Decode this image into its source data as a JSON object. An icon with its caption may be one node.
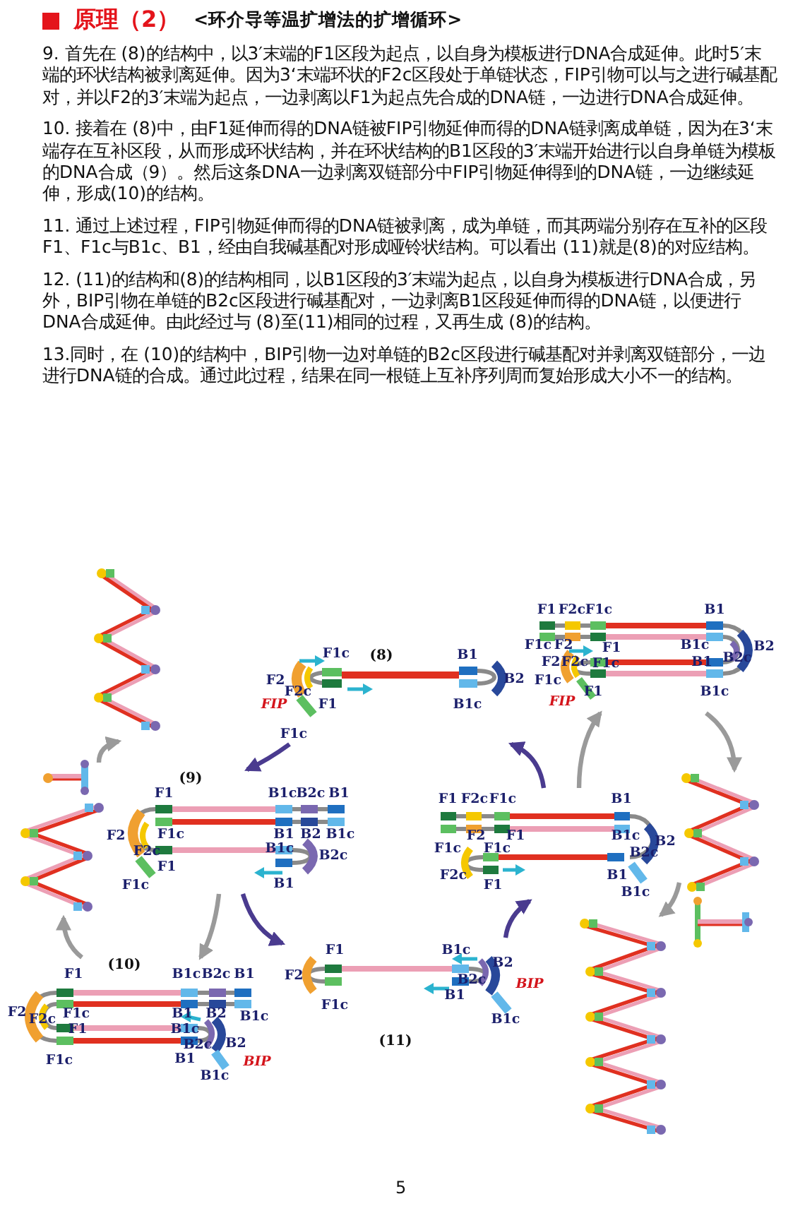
{
  "diagram": {
    "title": "原理（2）",
    "nodes": [
      {
        "text": [],
        "shape": "picture"
      },
      {
        "text": [
          "(8)",
          "F1c",
          "F2",
          "F2c",
          "FIP",
          "F1",
          "F1c",
          "B1",
          "B2",
          "B1c"
        ]
      },
      {
        "text": [
          "F1",
          "F2c",
          "F1c",
          "B1",
          "F1c",
          "F2",
          "F1",
          "B1c",
          "B2",
          "F2",
          "F2c",
          "F1c",
          "B2c",
          "B1",
          "F1c",
          "F1",
          "FIP",
          "B1c"
        ]
      },
      {
        "text": [],
        "shape": "picture"
      },
      {
        "text": [
          "(9)",
          "F1",
          "B1c",
          "B2c",
          "B1",
          "F2",
          "F1c",
          "B1",
          "B2",
          "B1c",
          "F2c",
          "B1c",
          "B2c",
          "F1c",
          "F1",
          "B1"
        ]
      },
      {
        "text": [
          "F1",
          "F2c",
          "F1c",
          "B1",
          "F2",
          "F1",
          "B1c",
          "B2",
          "F1c",
          "F1c",
          "B2c",
          "F2c",
          "B1",
          "F1",
          "B1c"
        ]
      },
      {
        "text": [],
        "shape": "picture"
      },
      {
        "text": [
          "(11)",
          "F1",
          "F2",
          "F1c",
          "B1c",
          "B2",
          "B2c",
          "BIP",
          "B1",
          "B1c"
        ]
      },
      {
        "text": [
          "(10)",
          "F1",
          "B1c",
          "B2c",
          "B1",
          "F2",
          "F1c",
          "B1",
          "B2",
          "B1c",
          "F2c",
          "F1",
          "B1c",
          "B2c",
          "B2",
          "B1",
          "BIP",
          "B1c",
          "F1c"
        ]
      },
      {
        "text": [],
        "shape": "picture"
      }
    ],
    "edges": [
      {
        "from": 1,
        "to": 4,
        "arrow": "to",
        "color": "#4a3b8f"
      },
      {
        "from": 4,
        "to": 7,
        "arrow": "to",
        "color": "#4a3b8f"
      },
      {
        "from": 7,
        "to": 5,
        "arrow": "to",
        "color": "#4a3b8f"
      },
      {
        "from": 5,
        "to": 1,
        "arrow": "to",
        "color": "#4a3b8f"
      },
      {
        "from": 4,
        "to": 8,
        "arrow": "to"
      },
      {
        "from": 8,
        "to": 3,
        "arrow": "to"
      },
      {
        "from": 3,
        "to": 0,
        "arrow": "to"
      },
      {
        "from": 5,
        "to": 2,
        "arrow": "to"
      },
      {
        "from": 2,
        "to": 6,
        "arrow": "to"
      },
      {
        "from": 6,
        "to": 9,
        "arrow": "to"
      }
    ],
    "labels": [
      "<环介导等温扩增法的扩增循环>",
      "9. 首先在 (8)的结构中，以3′末端的F1区段为起点，以自身为模板进行DNA合成延伸。此时5′末端的环状结构被剥离延伸。因为3‘末端环状的F2c区段处于单链状态，FIP引物可以与之进行碱基配对，并以F2的3′末端为起点，一边剥离以F1为起点先合成的DNA链，一边进行DNA合成延伸。",
      "10. 接着在 (8)中，由F1延伸而得的DNA链被FIP引物延伸而得的DNA链剥离成单链，因为在3‘末端存在互补区段，从而形成环状结构，并在环状结构的B1区段的3′末端开始进行以自身单链为模板的DNA合成（9）。然后这条DNA一边剥离双链部分中FIP引物延伸得到的DNA链，一边继续延伸，形成(10)的结构。",
      "11. 通过上述过程，FIP引物延伸而得的DNA链被剥离，成为单链，而其两端分别存在互补的区段F1、F1c与B1c、B1，经由自我碱基配对形成哑铃状结构。可以看出 (11)就是(8)的对应结构。",
      "12. (11)的结构和(8)的结构相同，以B1区段的3′末端为起点，以自身为模板进行DNA合成，另外，BIP引物在单链的B2c区段进行碱基配对，一边剥离B1区段延伸而得的DNA链，以便进行DNA合成延伸。由此经过与 (8)至(11)相同的过程，又再生成 (8)的结构。",
      "13.同时，在 (10)的结构中，BIP引物一边对单链的B2c区段进行碱基配对并剥离双链部分，一边进行DNA链的合成。通过此过程，结果在同一根链上互补序列周而复始形成大小不一的结构。",
      "5"
    ]
  }
}
